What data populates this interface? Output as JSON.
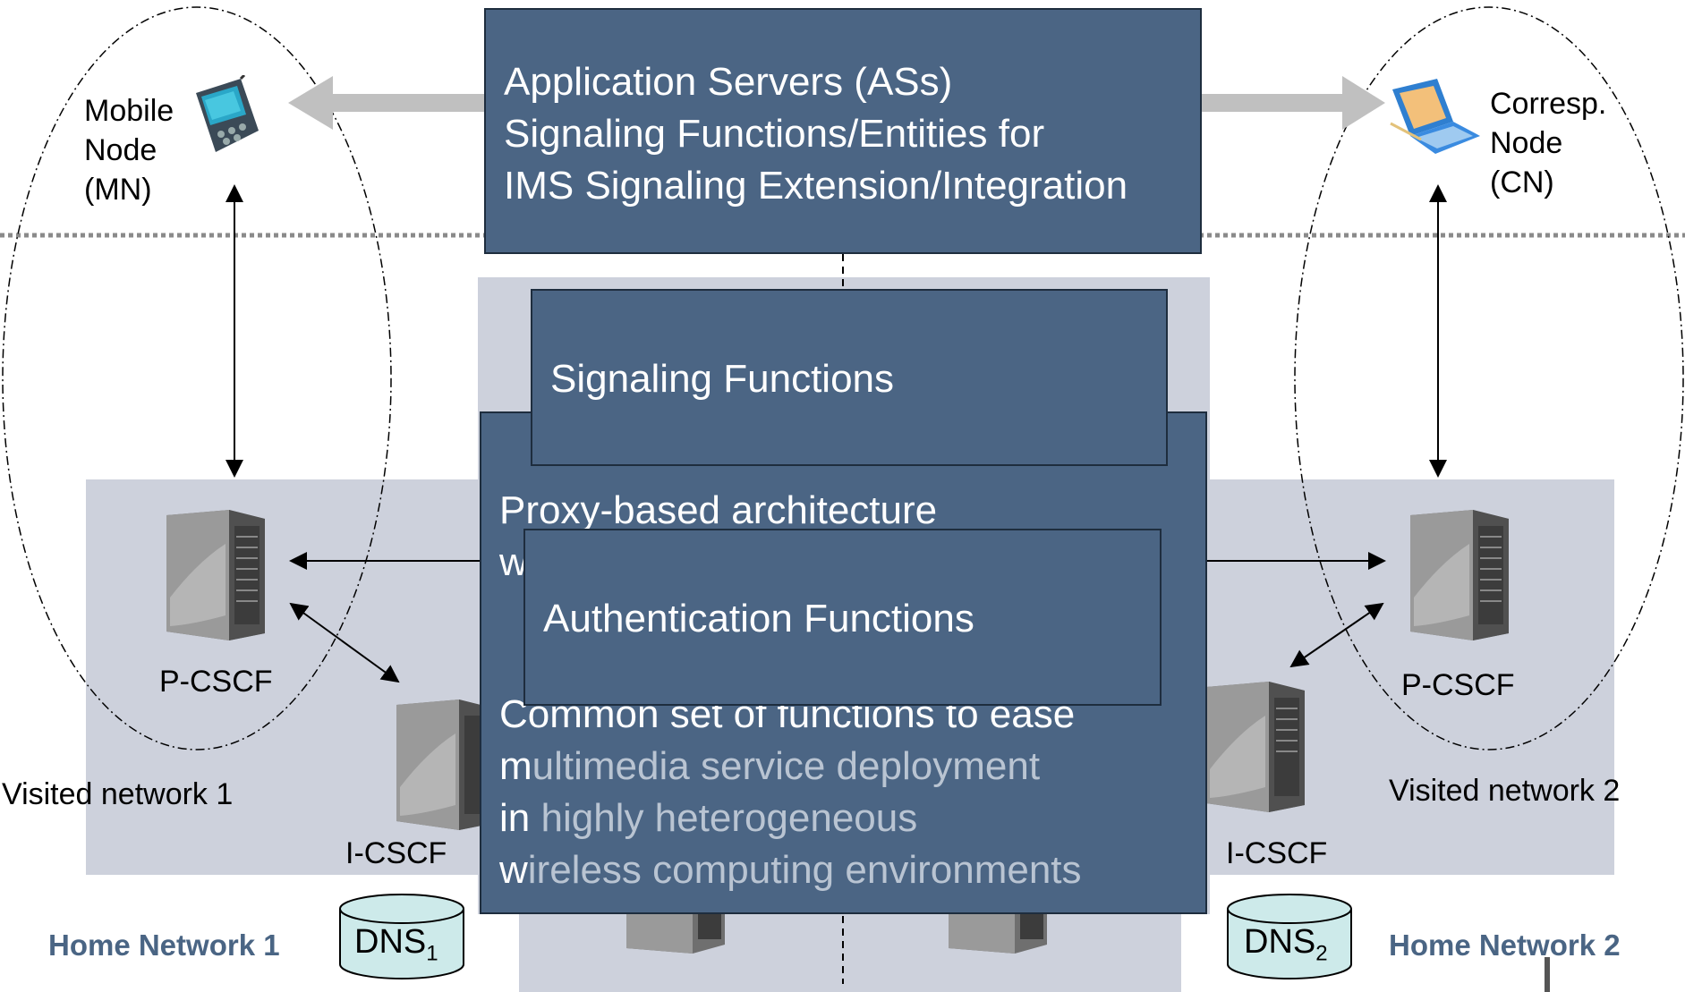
{
  "as_panel": {
    "lines": [
      "Application Servers (ASs)",
      "Signaling Functions/Entities for",
      "IMS Signaling Extension/Integration"
    ]
  },
  "signaling_panel": {
    "label": "Signaling Functions"
  },
  "proxy_panel": {
    "line1": "Proxy-based architecture",
    "line2_partial": "w",
    "common_lines": [
      {
        "lead": "Common set of functions to ease",
        "rest": ""
      },
      {
        "lead": "m",
        "rest": "ultimedia service deployment"
      },
      {
        "lead": "in",
        "rest": " highly heterogeneous"
      },
      {
        "lead": "w",
        "rest": "ireless computing environments"
      }
    ]
  },
  "auth_panel": {
    "label": "Authentication Functions"
  },
  "nodes": {
    "mn": {
      "lines": [
        "Mobile",
        "Node",
        "(MN)"
      ]
    },
    "cn": {
      "lines": [
        "Corresp.",
        "Node",
        "(CN)"
      ]
    }
  },
  "servers": {
    "pcscf_left": "P-CSCF",
    "pcscf_right": "P-CSCF",
    "icscf_left": "I-CSCF",
    "icscf_right": "I-CSCF"
  },
  "networks": {
    "visited_1": "Visited network 1",
    "visited_2": "Visited network 2",
    "home_1": "Home Network 1",
    "home_2": "Home Network 2"
  },
  "dns": {
    "dns1": {
      "name": "DNS",
      "sub": "1"
    },
    "dns2": {
      "name": "DNS",
      "sub": "2"
    }
  },
  "colors": {
    "panel": "#4b6584",
    "panel_border": "#1e2d3e",
    "network_area": "#cdd1dc",
    "home_label": "#4a6584",
    "arrow_gray": "#c0c0c0",
    "db_fill": "#cdeaea"
  }
}
